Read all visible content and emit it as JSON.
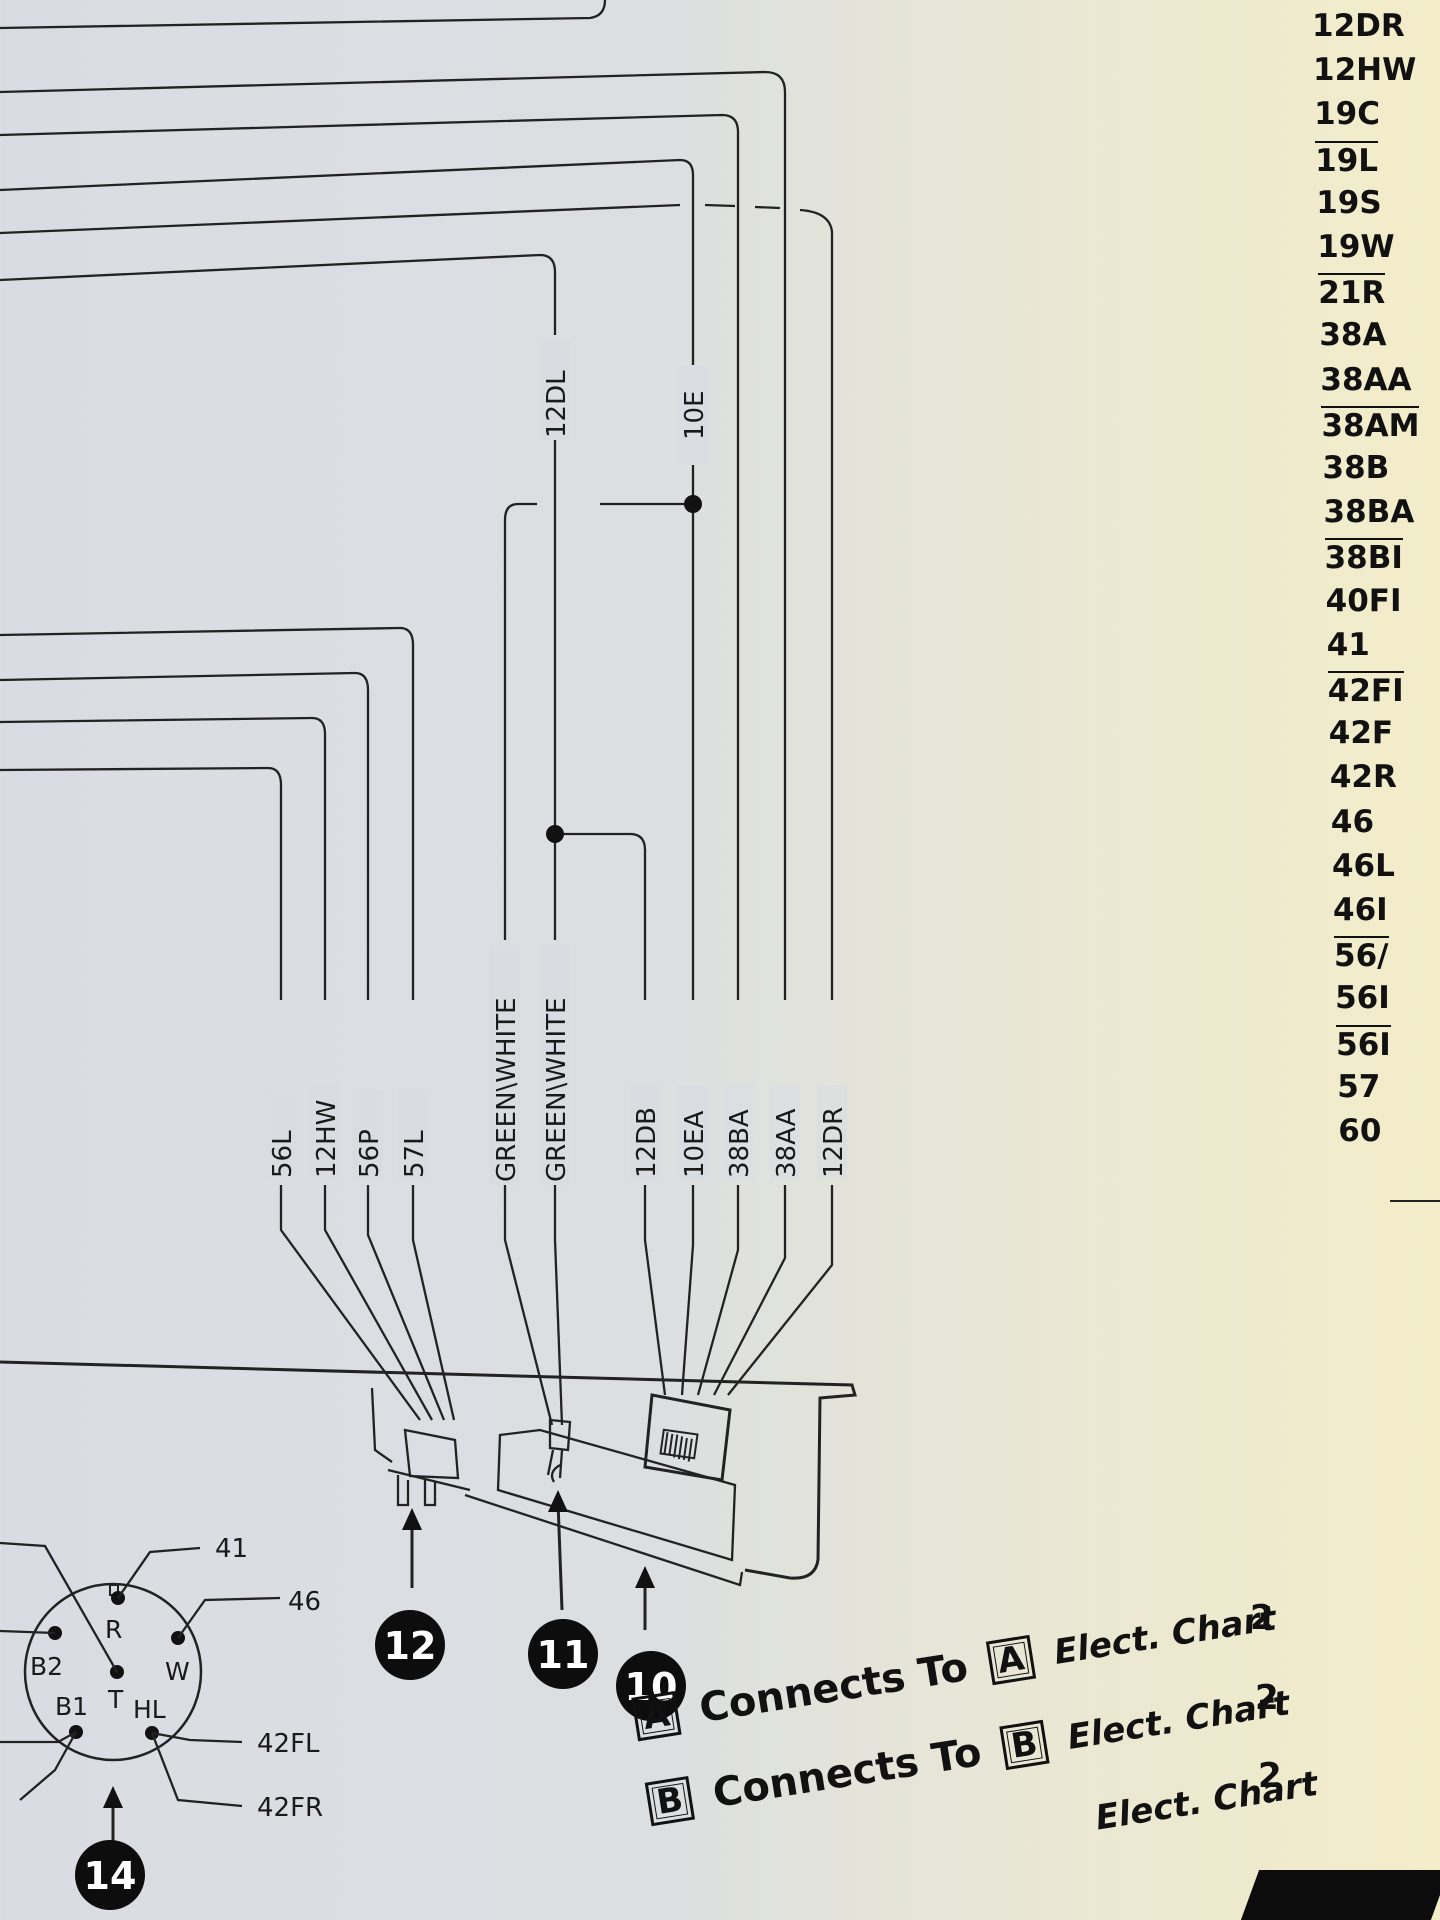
{
  "wires": {
    "top_group": [
      "12DL",
      "10E"
    ],
    "left_connector": [
      "56L",
      "12HW",
      "56P",
      "57L"
    ],
    "middle_connector": [
      "GREEN\\WHITE",
      "GREEN\\WHITE"
    ],
    "right_connector": [
      "12DB",
      "10EA",
      "38BA",
      "38AA",
      "12DR"
    ]
  },
  "callouts": [
    "12",
    "11",
    "10",
    "14"
  ],
  "round_connector": {
    "pins": [
      "R",
      "B2",
      "T",
      "W",
      "B1",
      "HL"
    ],
    "external_labels": [
      "41",
      "46",
      "42FL",
      "42FR"
    ]
  },
  "side_index": [
    "12DR",
    "12HW",
    "19C",
    "19L",
    "19S",
    "19W",
    "21R",
    "38A",
    "38AA",
    "38AM",
    "38B",
    "38BA",
    "38BI",
    "40FI",
    "41",
    "42FI",
    "42F",
    "42R",
    "46",
    "46L",
    "46I",
    "56/",
    "56I",
    "56I",
    "57",
    "60"
  ],
  "footer": {
    "rows": [
      {
        "box": "A",
        "text": "Connects To",
        "box2": "A",
        "chart": "Elect. Chart"
      },
      {
        "box": "B",
        "text": "Connects To",
        "box2": "B",
        "chart": "Elect. Chart"
      }
    ],
    "partial_chart": "Elect. Chart",
    "page_refs": [
      "2",
      "2",
      "2"
    ]
  }
}
